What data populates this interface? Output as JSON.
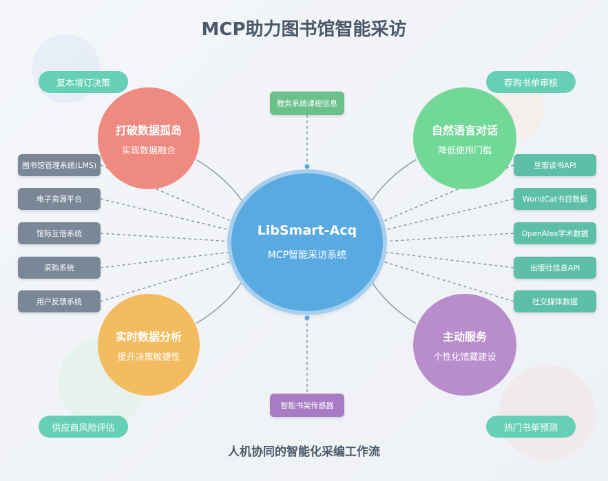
{
  "title": "MCP助力图书馆智能采访",
  "subtitle": "人机协同的智能化采编工作流",
  "center": {
    "name": "LibSmart-Acq",
    "desc": "MCP智能采访系统"
  },
  "features": [
    {
      "id": "tl",
      "title": "打破数据孤岛",
      "desc": "实现数据融合",
      "color": "#ef8a80"
    },
    {
      "id": "tr",
      "title": "自然语言对话",
      "desc": "降低使用门槛",
      "color": "#72d897"
    },
    {
      "id": "bl",
      "title": "实时数据分析",
      "desc": "提升决策敏捷性",
      "color": "#f4bc60"
    },
    {
      "id": "br",
      "title": "主动服务",
      "desc": "个性化馆藏建设",
      "color": "#b98ccb"
    }
  ],
  "internal_systems": [
    "图书馆管理系统(LMS)",
    "电子资源平台",
    "馆际互借系统",
    "采购系统",
    "用户反馈系统"
  ],
  "external_sources": [
    "豆瓣读书API",
    "WorldCat书目数据",
    "OpenAlex学术数据",
    "出版社信息API",
    "社交媒体数据"
  ],
  "top_source": "教务系统课程信息",
  "bottom_source": "智能书架传感器",
  "applications": {
    "top_left": "复本增订决策",
    "top_right": "荐购书单审核",
    "bottom_left": "供应商风险评估",
    "bottom_right": "热门书单预测"
  }
}
